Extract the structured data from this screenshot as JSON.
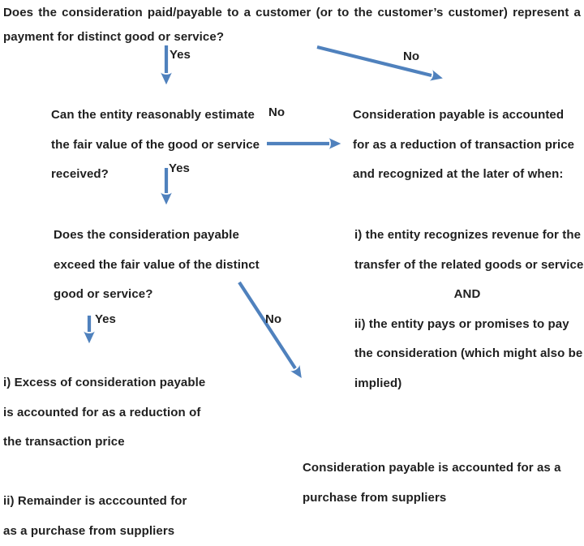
{
  "colors": {
    "arrow": "#4f81bd",
    "text": "#1f1f1f"
  },
  "root_question": {
    "line1": "Does the consideration paid/payable to a customer (or to the customer’s customer) represent a",
    "line2": "payment for distinct good or service?"
  },
  "branches": {
    "root_yes": "Yes",
    "root_no": "No",
    "estimate_no": "No",
    "estimate_yes": "Yes",
    "exceed_yes": "Yes",
    "exceed_no": "No"
  },
  "nodes": {
    "question_estimate": {
      "lines": [
        "Can the entity reasonably estimate",
        "the fair value of the good or service",
        "received?"
      ]
    },
    "outcome_reduction": {
      "lines": [
        "Consideration payable is accounted",
        "for as a reduction of transaction price",
        "and recognized at the later of when:"
      ]
    },
    "question_exceed": {
      "lines": [
        "Does the consideration payable",
        "exceed the fair value of the distinct",
        "good or service?"
      ]
    },
    "outcome_reduction_details": {
      "lines": [
        "i) the entity recognizes revenue for the",
        "transfer of the related goods or services",
        "AND",
        "ii) the entity pays or promises to pay",
        "the consideration (which might also be",
        "implied)"
      ]
    },
    "outcome_excess": {
      "lines": [
        "i) Excess of consideration payable",
        "is accounted for as a reduction of",
        "the transaction price"
      ]
    },
    "outcome_remainder": {
      "lines": [
        "ii) Remainder is acccounted for",
        "as a purchase from suppliers"
      ]
    },
    "outcome_purchase": {
      "lines": [
        "Consideration payable is accounted for as a",
        "purchase from suppliers"
      ]
    }
  }
}
